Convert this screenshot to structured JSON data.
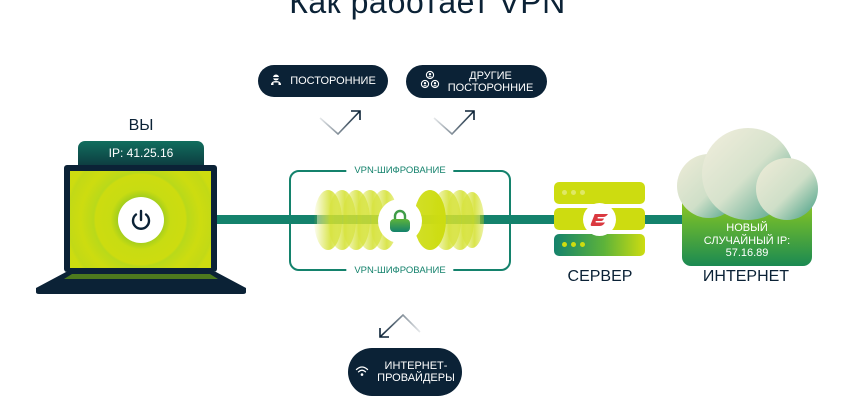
{
  "title": "Как работает VPN",
  "threats": {
    "strangers": {
      "label": "ПОСТОРОННИЕ",
      "icon": "hacker-icon"
    },
    "other_strangers": {
      "line1": "ДРУГИЕ",
      "line2": "ПОСТОРОННИЕ",
      "icon": "people-network-icon"
    },
    "isps": {
      "line1": "ИНТЕРНЕТ-",
      "line2": "ПРОВАЙДЕРЫ",
      "icon": "wifi-icon"
    }
  },
  "you": {
    "label": "ВЫ",
    "ip": "IP: 41.25.16",
    "icon": "power-icon"
  },
  "tunnel": {
    "top_label": "VPN-ШИФРОВАНИЕ",
    "bottom_label": "VPN-ШИФРОВАНИЕ",
    "icon": "lock-icon"
  },
  "server": {
    "label": "СЕРВЕР",
    "icon": "expressvpn-logo-icon"
  },
  "internet": {
    "label": "ИНТЕРНЕТ",
    "ip_line1": "НОВЫЙ",
    "ip_line2": "СЛУЧАЙНЫЙ IP:",
    "ip_line3": "57.16.89",
    "icon": "cloud-icon"
  },
  "colors": {
    "navy": "#0b2236",
    "green": "#14826c",
    "lime": "#cddc10",
    "red": "#da3940"
  }
}
